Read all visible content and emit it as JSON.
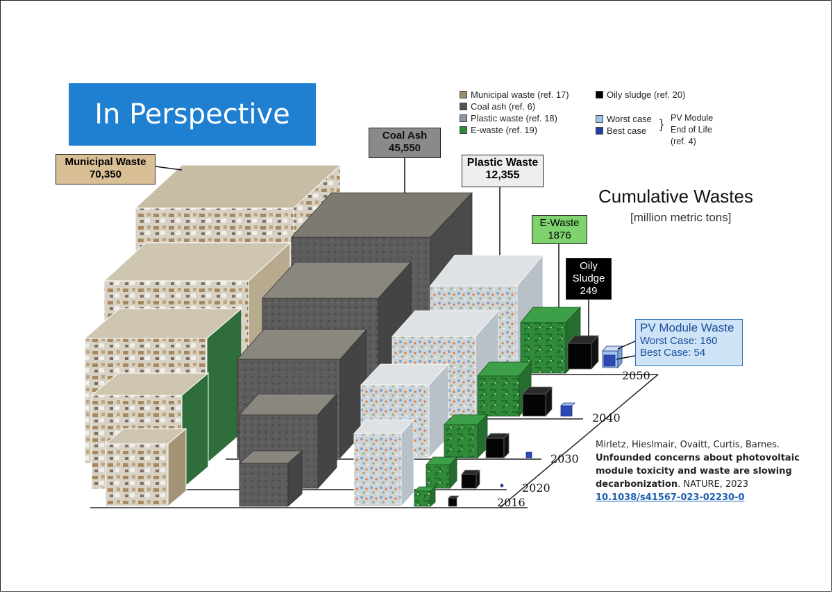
{
  "title": "In Perspective",
  "legend": {
    "items": [
      {
        "label": "Municipal waste (ref. 17)",
        "color": "#9c8a6e"
      },
      {
        "label": "Coal ash (ref. 6)",
        "color": "#555555"
      },
      {
        "label": "Plastic waste (ref. 18)",
        "color": "#8c98a8"
      },
      {
        "label": "E-waste (ref. 19)",
        "color": "#2e8b3a"
      },
      {
        "label": "Oily sludge (ref. 20)",
        "color": "#000000"
      },
      {
        "label": "Worst case",
        "color": "#9ec3ea"
      },
      {
        "label": "Best case",
        "color": "#1f3f9c"
      }
    ],
    "pv_group": [
      "PV Module",
      "End of Life",
      "(ref. 4)"
    ]
  },
  "chart_title": "Cumulative Wastes",
  "chart_subtitle": "[million metric tons]",
  "callouts": {
    "municipal": {
      "name": "Municipal Waste",
      "value": "70,350"
    },
    "coal": {
      "name": "Coal Ash",
      "value": "45,550"
    },
    "plastic": {
      "name": "Plastic Waste",
      "value": "12,355"
    },
    "ewaste": {
      "name": "E-Waste",
      "value": "1876"
    },
    "oily": {
      "name_line1": "Oily",
      "name_line2": "Sludge",
      "value": "249"
    },
    "pv": {
      "name": "PV Module Waste",
      "worst": "Worst Case: 160",
      "best": "Best Case: 54"
    }
  },
  "years": [
    "2016",
    "2020",
    "2030",
    "2040",
    "2050"
  ],
  "citation": {
    "authors": "Mirletz, Hieslmair, Ovaitt, Curtis, Barnes.",
    "title_l1": "Unfounded concerns about photovoltaic",
    "title_l2": "module toxicity and waste are slowing",
    "title_l3": "decarbonization",
    "journal": ". NATURE, 2023",
    "doi": "10.1038/s41567-023-02230-0"
  },
  "colors": {
    "municipal": "#b9a98c",
    "coal": "#5a5a5a",
    "plastic": "#c9cdd3",
    "ewaste": "#2f8a3a",
    "oily": "#000000",
    "pv_worst": "#9ec3ea",
    "pv_best": "#2d49b5"
  },
  "chart_data": {
    "type": "bar",
    "title": "Cumulative Wastes",
    "subtitle": "[million metric tons]",
    "categories": [
      "Municipal Waste",
      "Coal Ash",
      "Plastic Waste",
      "E-Waste",
      "Oily Sludge",
      "PV Module Waste (Worst Case)",
      "PV Module Waste (Best Case)"
    ],
    "values_2050": [
      70350,
      45550,
      12355,
      1876,
      249,
      160,
      54
    ],
    "years": [
      "2016",
      "2020",
      "2030",
      "2040",
      "2050"
    ]
  }
}
